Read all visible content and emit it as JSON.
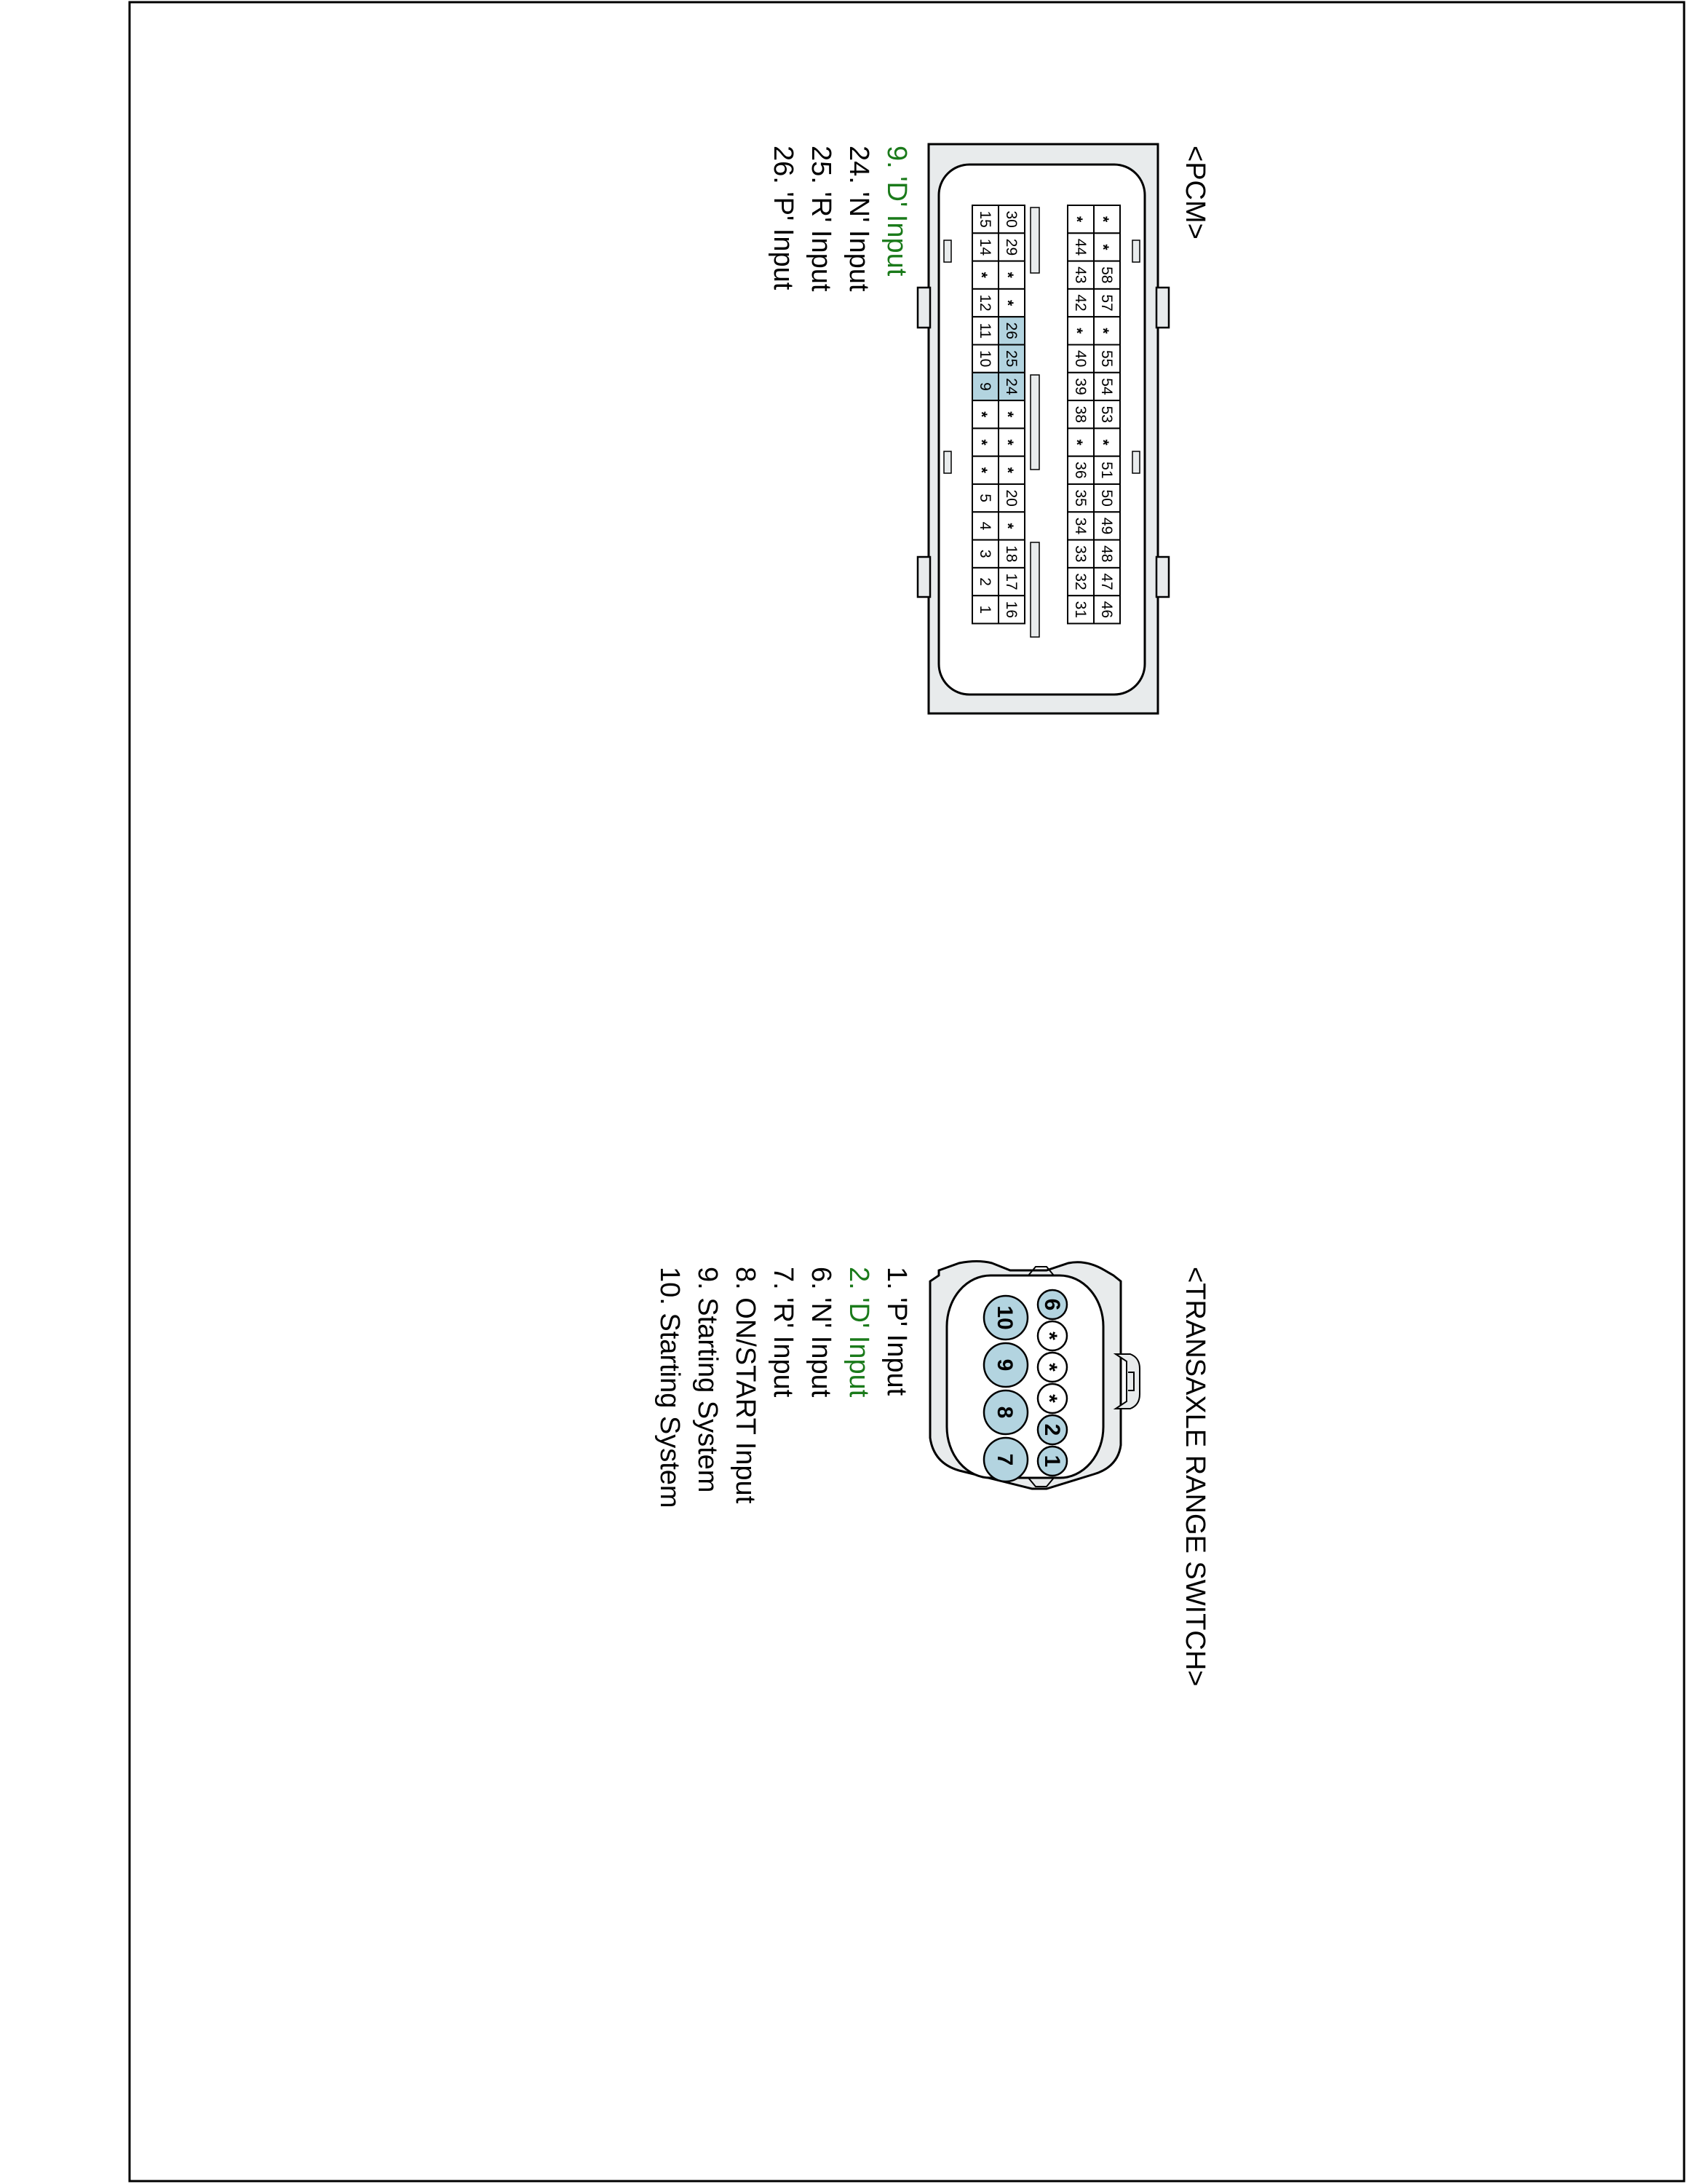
{
  "colors": {
    "frame": "#000000",
    "highlight": "#b3d4e0",
    "connector_fill": "#e8ebec",
    "active_text": "#1a7a1a",
    "normal_text": "#000000"
  },
  "pcm": {
    "title": "<PCM>",
    "rows": [
      [
        "*",
        "*",
        "58",
        "57",
        "*",
        "55",
        "54",
        "53",
        "*",
        "51",
        "50",
        "49",
        "48",
        "47",
        "46"
      ],
      [
        "*",
        "44",
        "43",
        "42",
        "*",
        "40",
        "39",
        "38",
        "*",
        "36",
        "35",
        "34",
        "33",
        "32",
        "31"
      ],
      [
        "30",
        "29",
        "*",
        "*",
        "26",
        "25",
        "24",
        "*",
        "*",
        "*",
        "20",
        "*",
        "18",
        "17",
        "16"
      ],
      [
        "15",
        "14",
        "*",
        "12",
        "11",
        "10",
        "9",
        "*",
        "*",
        "*",
        "5",
        "4",
        "3",
        "2",
        "1"
      ]
    ],
    "highlighted": [
      "26",
      "25",
      "24",
      "9"
    ],
    "legend": [
      {
        "text": "9. 'D' Input",
        "active": true
      },
      {
        "text": "24. 'N' Input",
        "active": false
      },
      {
        "text": "25. 'R' Input",
        "active": false
      },
      {
        "text": "26. 'P' Input",
        "active": false
      }
    ]
  },
  "switch": {
    "title": "<TRANSAXLE RANGE SWITCH>",
    "top_row": [
      "6",
      "*",
      "*",
      "*",
      "2",
      "1"
    ],
    "bottom_row": [
      "10",
      "9",
      "8",
      "7"
    ],
    "highlighted": [
      "6",
      "2",
      "1",
      "10",
      "9",
      "8",
      "7"
    ],
    "legend": [
      {
        "text": "1. 'P' Input",
        "active": false
      },
      {
        "text": "2. 'D' Input",
        "active": true
      },
      {
        "text": "6. 'N' Input",
        "active": false
      },
      {
        "text": "7. 'R' Input",
        "active": false
      },
      {
        "text": "8. ON/START Input",
        "active": false
      },
      {
        "text": "9. Starting System",
        "active": false
      },
      {
        "text": "10. Starting System",
        "active": false
      }
    ]
  }
}
